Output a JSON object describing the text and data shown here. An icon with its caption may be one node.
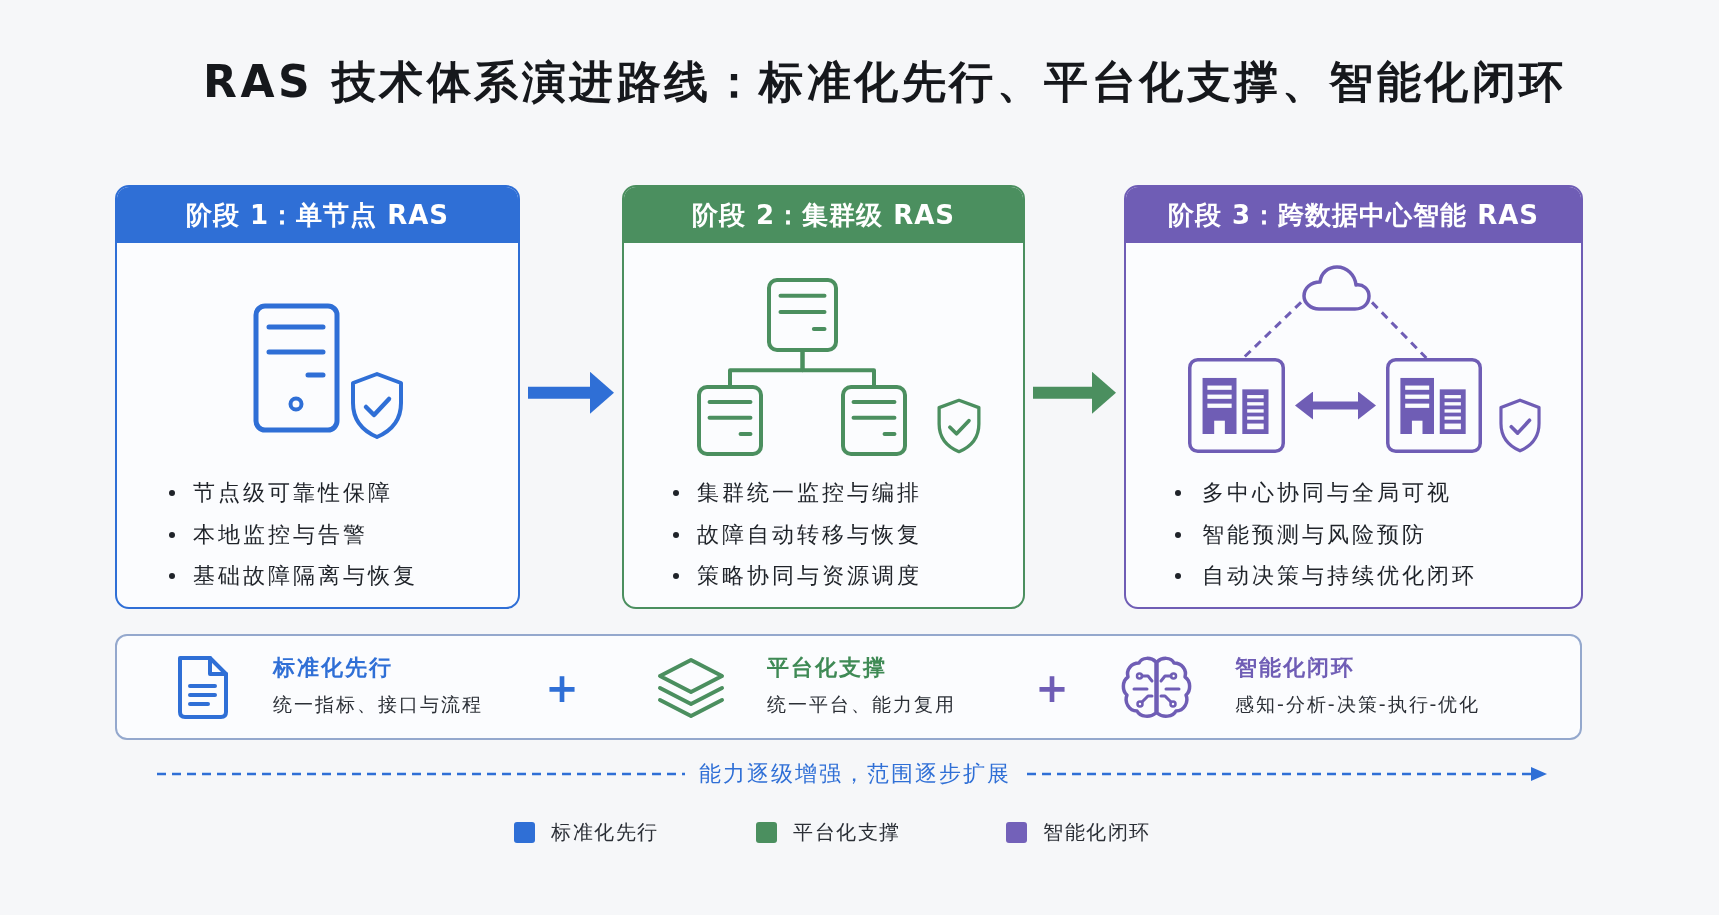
{
  "diagram": {
    "title": "RAS 技术体系演进路线：标准化先行、平台化支撑、智能化闭环",
    "nodes": [
      {
        "text": [
          "阶段 1：单节点 RAS",
          "节点级可靠性保障",
          "本地监控与告警",
          "基础故障隔离与恢复"
        ]
      },
      {
        "text": [
          "阶段 2：集群级 RAS",
          "集群统一监控与编排",
          "故障自动转移与恢复",
          "策略协同与资源调度"
        ]
      },
      {
        "text": [],
        "shape": "box",
        "in": 1
      },
      {
        "text": [],
        "shape": "box",
        "in": 1
      },
      {
        "text": [],
        "shape": "box",
        "in": 1
      },
      {
        "text": [
          "阶段 3：跨数据中心智能 RAS",
          "多中心协同与全局可视",
          "智能预测与风险预防",
          "自动决策与持续优化闭环"
        ]
      },
      {
        "text": [],
        "shape": "cloud",
        "in": 5
      },
      {
        "text": [],
        "shape": "box",
        "in": 5
      },
      {
        "text": [],
        "shape": "box",
        "in": 5
      },
      {
        "text": [
          "标准化先行",
          "统一指标、接口与流程",
          "+",
          "平台化支撑",
          "统一平台、能力复用",
          "+",
          "智能化闭环",
          "感知-分析-决策-执行-优化"
        ]
      }
    ],
    "edges": [
      {
        "from": 0,
        "to": 1,
        "arrow": "to",
        "style": "thick",
        "color": "#2f6fd6"
      },
      {
        "from": 1,
        "to": 5,
        "arrow": "to",
        "style": "thick",
        "color": "#4b8f5f"
      },
      {
        "from": 2,
        "to": 3,
        "arrow": "none",
        "color": "#4b8f5f"
      },
      {
        "from": 2,
        "to": 4,
        "arrow": "none",
        "color": "#4b8f5f"
      },
      {
        "from": 6,
        "to": 7,
        "arrow": "none",
        "style": "dashed",
        "color": "#6f5db5"
      },
      {
        "from": 6,
        "to": 8,
        "arrow": "none",
        "style": "dashed",
        "color": "#6f5db5"
      },
      {
        "from": 7,
        "to": 8,
        "arrow": "both",
        "style": "thick",
        "color": "#6f5db5"
      }
    ],
    "labels": [
      "能力逐级增强，范围逐步扩展"
    ],
    "legend": [
      {
        "text": "标准化先行",
        "color": "#2f6fd6"
      },
      {
        "text": "平台化支撑",
        "color": "#4b8f5f"
      },
      {
        "text": "智能化闭环",
        "color": "#7361b9"
      }
    ]
  }
}
